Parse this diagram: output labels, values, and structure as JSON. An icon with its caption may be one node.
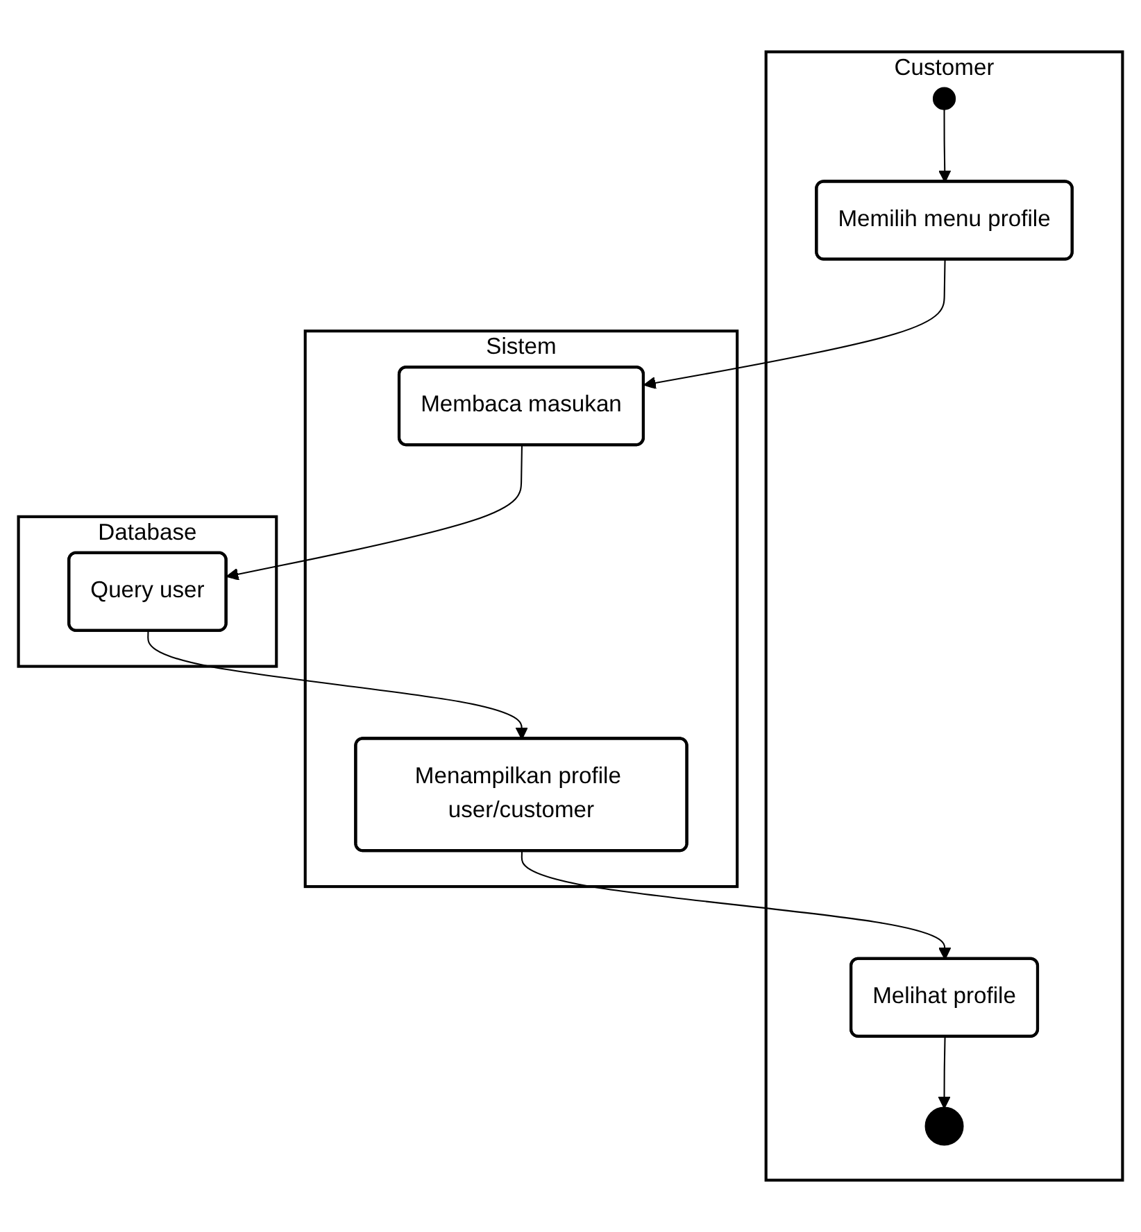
{
  "diagram": {
    "nodes": [
      {
        "text": [
          "Customer"
        ]
      },
      {
        "text": [
          "Sistem"
        ]
      },
      {
        "text": [
          "Database"
        ]
      },
      {
        "text": [],
        "shape": "circle",
        "in": 0
      },
      {
        "text": [
          "Memilih menu profile"
        ],
        "in": 0
      },
      {
        "text": [
          "Membaca masukan"
        ],
        "in": 1
      },
      {
        "text": [
          "Query user"
        ],
        "in": 2
      },
      {
        "text": [
          "Menampilkan profile user/customer"
        ],
        "in": 1
      },
      {
        "text": [
          "Melihat profile"
        ],
        "in": 0
      },
      {
        "text": [],
        "shape": "bullseye",
        "in": 0
      }
    ],
    "edges": [
      {
        "from": 3,
        "to": 4,
        "arrow": "to"
      },
      {
        "from": 4,
        "to": 5,
        "arrow": "to"
      },
      {
        "from": 5,
        "to": 6,
        "arrow": "to"
      },
      {
        "from": 6,
        "to": 7,
        "arrow": "to"
      },
      {
        "from": 7,
        "to": 8,
        "arrow": "to"
      },
      {
        "from": 8,
        "to": 9,
        "arrow": "to"
      }
    ]
  }
}
